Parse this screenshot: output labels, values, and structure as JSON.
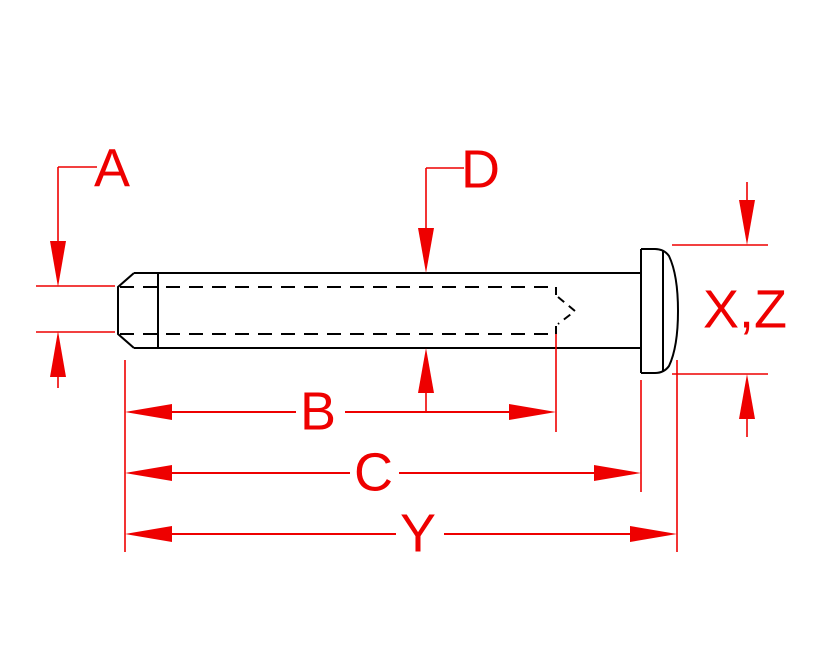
{
  "drawing": {
    "title": "Clevis Pin Dimension Diagram",
    "type": "engineering-dimension-drawing",
    "background_color": "#ffffff",
    "dimension_color": "#ee0000",
    "part_outline_color": "#000000",
    "labels": {
      "a": "A",
      "b": "B",
      "c": "C",
      "d": "D",
      "y": "Y",
      "xz": "X,Z"
    },
    "dimension_list": [
      {
        "key": "a",
        "label": "A",
        "orientation": "vertical",
        "position": "left",
        "description": "small-end diameter"
      },
      {
        "key": "d",
        "label": "D",
        "orientation": "vertical",
        "position": "middle",
        "description": "shank diameter"
      },
      {
        "key": "xz",
        "label": "X,Z",
        "orientation": "vertical",
        "position": "right",
        "description": "head diameter"
      },
      {
        "key": "b",
        "label": "B",
        "orientation": "horizontal",
        "position": "bottom-1",
        "description": "hole depth length"
      },
      {
        "key": "c",
        "label": "C",
        "orientation": "horizontal",
        "position": "bottom-2",
        "description": "shank length"
      },
      {
        "key": "y",
        "label": "Y",
        "orientation": "horizontal",
        "position": "bottom-3",
        "description": "overall length"
      }
    ],
    "part": {
      "name": "clevis pin with domed head",
      "features": [
        "chamfered small end",
        "cylindrical shank",
        "drilled blind hole shown as hidden dashed lines",
        "conical drill point",
        "domed head"
      ]
    }
  }
}
